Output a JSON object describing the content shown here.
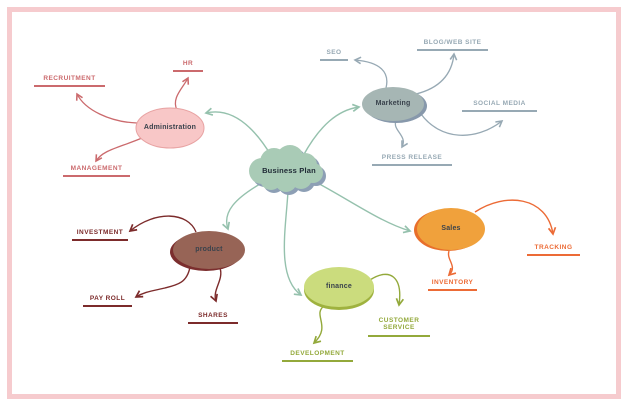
{
  "palette": {
    "frame": "#f6cbce",
    "cloud-fill": "#a9cbb6",
    "cloud-shadow": "#8d9fb5",
    "connector-green": "#95c1ad",
    "pink-fill": "#f8c7c7",
    "pink-stroke": "#e8a3a3",
    "pink-accent": "#cb6a6d",
    "gray-fill": "#a6b6b4",
    "gray-shadow": "#8798ab",
    "gray-accent": "#97a9b4",
    "brown-fill": "#976456",
    "brown-shadow": "#7b2e2e",
    "maroon-accent": "#7c2b2b",
    "orange-fill": "#f0a13c",
    "orange-shadow": "#e86f2b",
    "orange-accent": "#ec6b36",
    "green-fill": "#cbdc7d",
    "green-shadow": "#9fb23f",
    "olive-accent": "#93a93b",
    "text-dark": "#39424c"
  },
  "central": {
    "label": "Business Plan"
  },
  "topics": {
    "administration": {
      "label": "Administration"
    },
    "marketing": {
      "label": "Marketing"
    },
    "sales": {
      "label": "Sales"
    },
    "finance": {
      "label": "finance"
    },
    "product": {
      "label": "product"
    }
  },
  "subtopics": {
    "hr": "HR",
    "recruitment": "RECRUITMENT",
    "management": "MANAGEMENT",
    "seo": "SEO",
    "blog": "BLOG/WEB SITE",
    "social": "SOCIAL MEDIA",
    "press": "PRESS RELEASE",
    "investment": "INVESTMENT",
    "payroll": "PAY ROLL",
    "shares": "SHARES",
    "tracking": "TRACKING",
    "inventory": "INVENTORY",
    "customer": "CUSTOMER SERVICE",
    "development": "DEVELOPMENT"
  }
}
